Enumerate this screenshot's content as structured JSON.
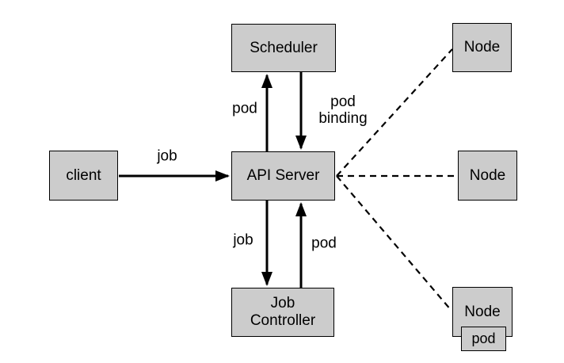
{
  "diagram": {
    "title": "kubernetes-job-scheduling-architecture",
    "colors": {
      "background": "#ffffff",
      "box_fill": "#cccccc",
      "box_border": "#000000",
      "line_color": "#000000",
      "text_color": "#000000"
    },
    "nodes": {
      "scheduler": {
        "label": "Scheduler"
      },
      "api_server": {
        "label": "API Server"
      },
      "job_controller": {
        "label": "Job Controller"
      },
      "client": {
        "label": "client"
      },
      "node_top": {
        "label": "Node"
      },
      "node_middle": {
        "label": "Node"
      },
      "node_bottom": {
        "label": "Node"
      },
      "pod": {
        "label": "pod"
      }
    },
    "edges": {
      "client_to_api": {
        "label": "job",
        "style": "solid-arrow"
      },
      "api_to_scheduler": {
        "label": "pod",
        "style": "solid-arrow"
      },
      "scheduler_to_api": {
        "label": "pod binding",
        "style": "solid-arrow"
      },
      "api_to_job_controller": {
        "label": "job",
        "style": "solid-arrow"
      },
      "job_controller_to_api": {
        "label": "pod",
        "style": "solid-arrow"
      },
      "api_to_node_top": {
        "label": "",
        "style": "dashed"
      },
      "api_to_node_middle": {
        "label": "",
        "style": "dashed"
      },
      "api_to_node_bottom": {
        "label": "",
        "style": "dashed"
      }
    }
  }
}
